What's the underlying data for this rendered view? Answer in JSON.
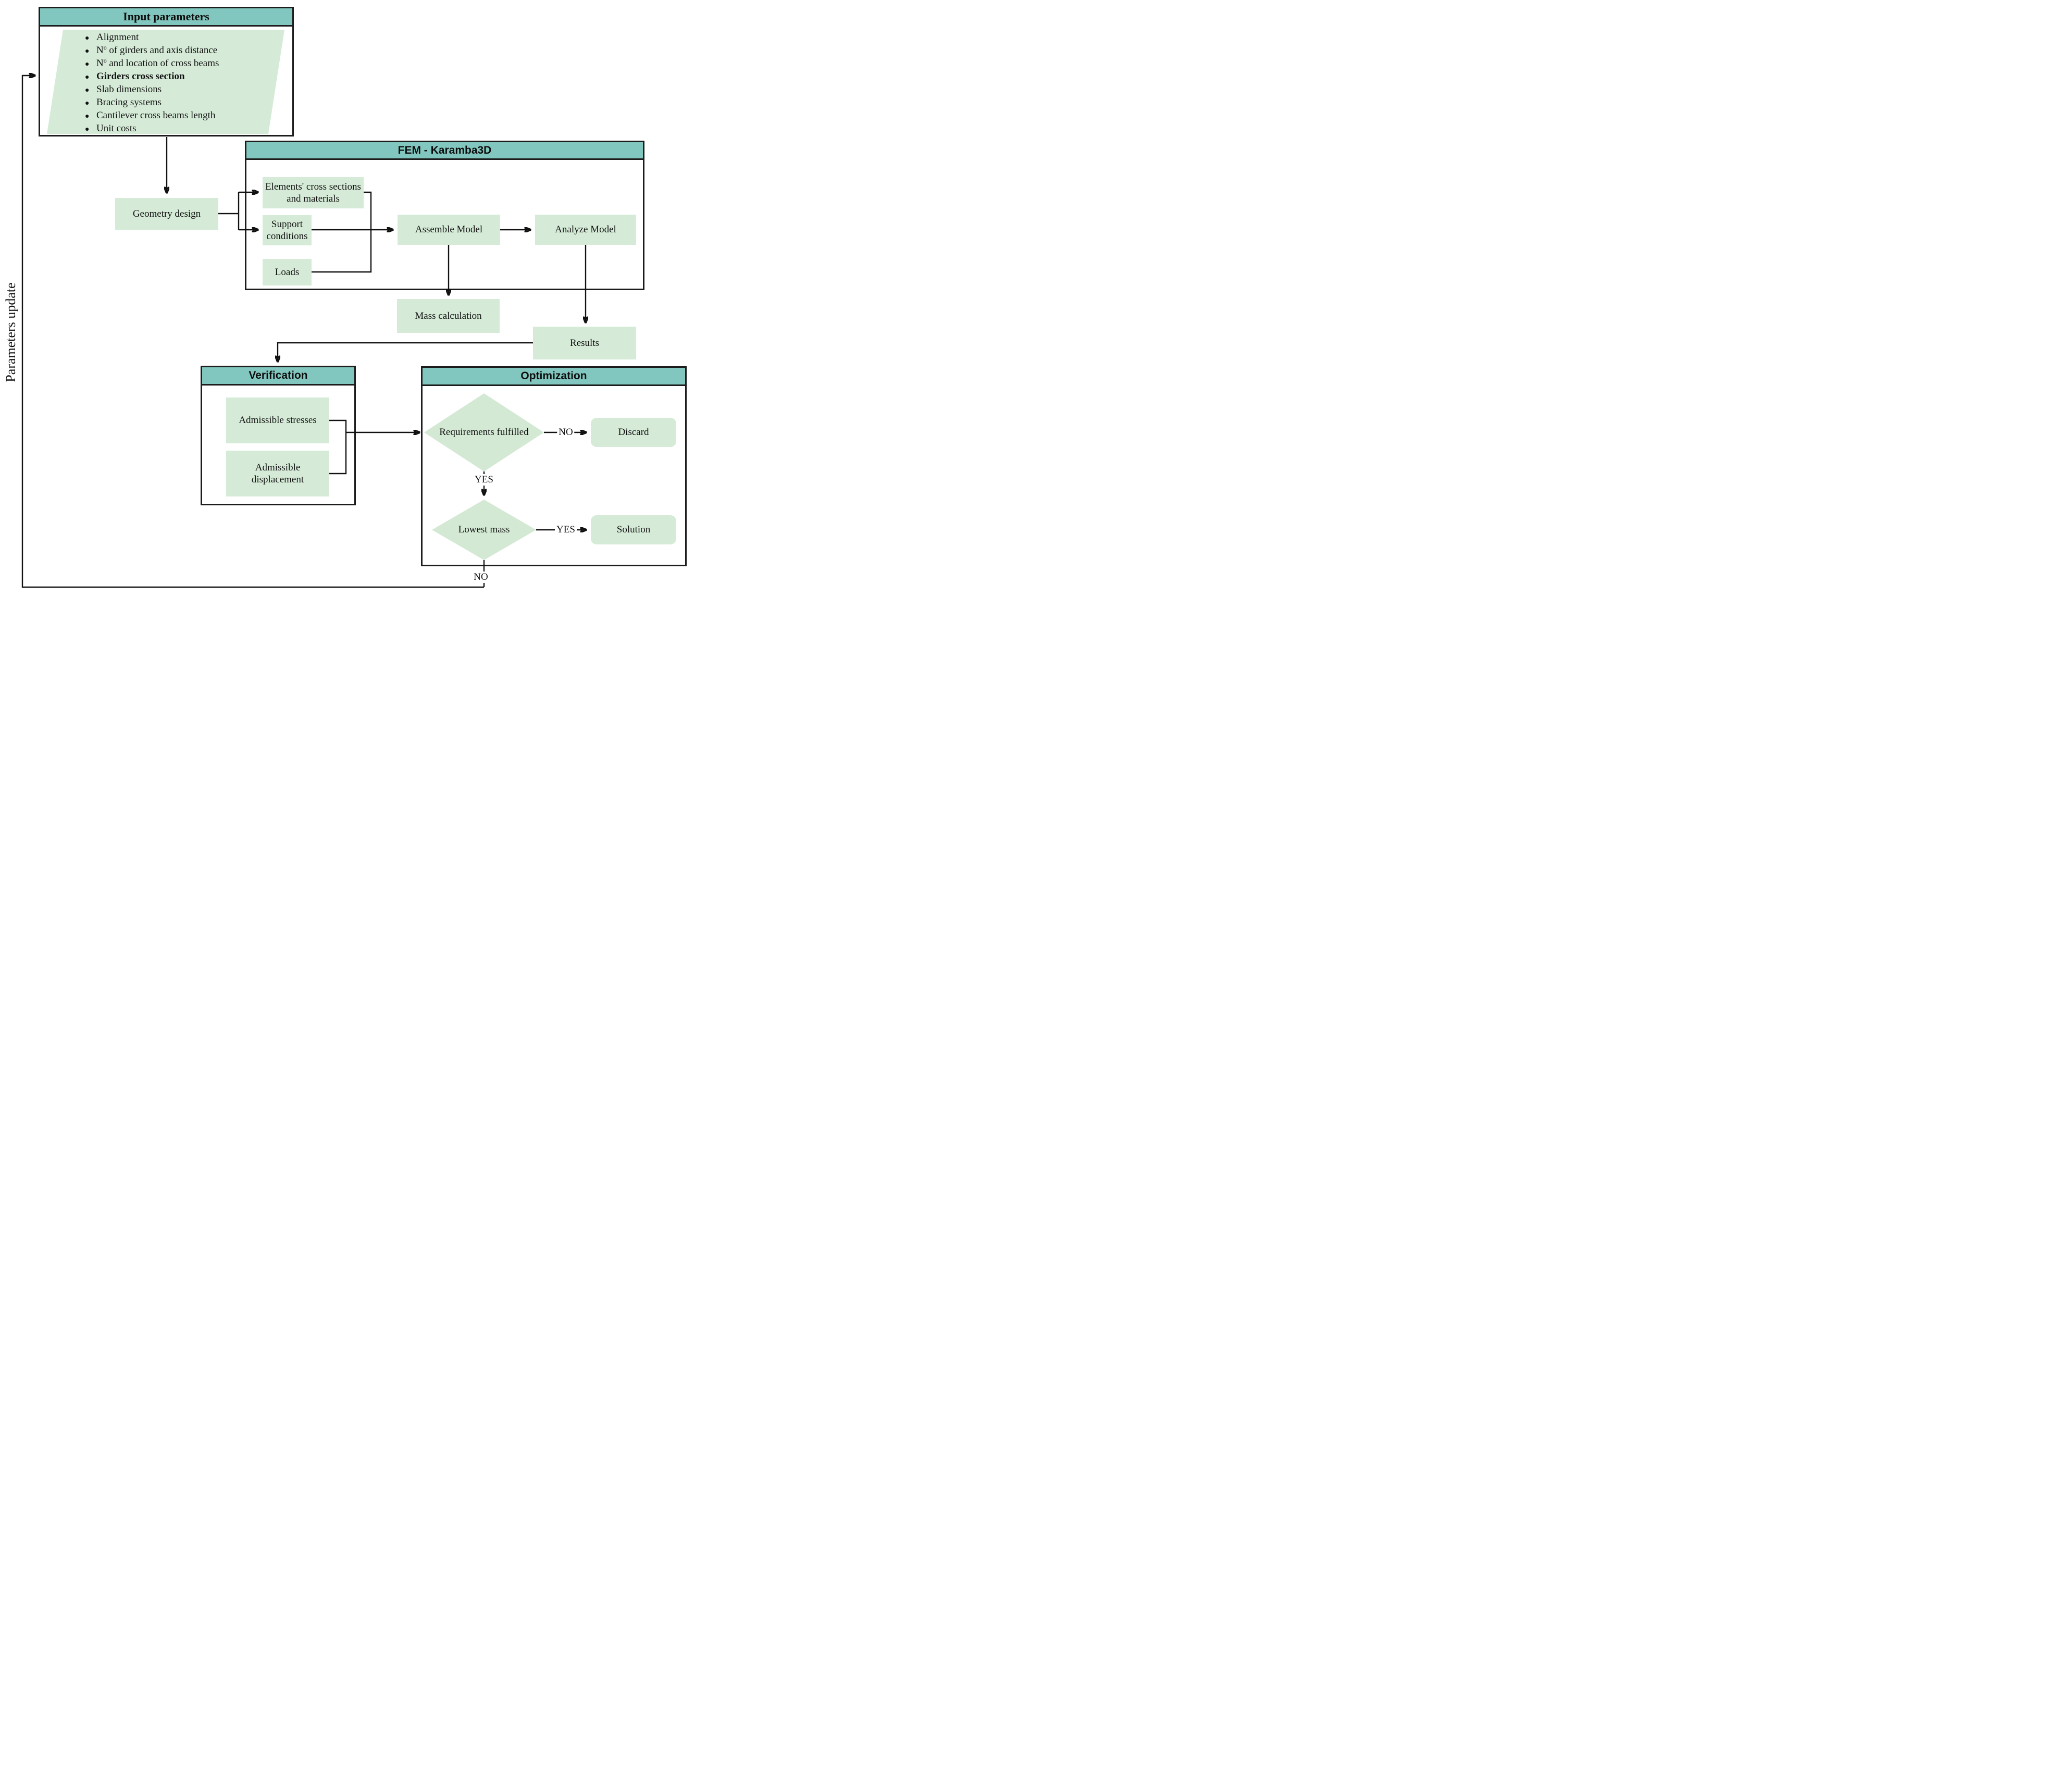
{
  "colors": {
    "header_teal": "#82c7bf",
    "box_green": "#d5ebd7",
    "diamond_green": "#d3e9d4",
    "line": "#111111"
  },
  "feedback": {
    "label": "Parameters update"
  },
  "input_parameters": {
    "title": "Input parameters",
    "items": [
      "Alignment",
      "Nº of girders and axis distance",
      "Nº and location of cross beams",
      "Girders cross section",
      "Slab dimensions",
      "Bracing systems",
      "Cantilever cross beams length",
      "Unit costs"
    ]
  },
  "geometry_design": {
    "label": "Geometry design"
  },
  "fem": {
    "title": "FEM - Karamba3D",
    "elements_cross_sections": "Elements' cross sections and materials",
    "support_conditions": "Support conditions",
    "loads": "Loads",
    "assemble_model": "Assemble Model",
    "analyze_model": "Analyze Model"
  },
  "mass_calculation": {
    "label": "Mass calculation"
  },
  "results": {
    "label": "Results"
  },
  "verification": {
    "title": "Verification",
    "admissible_stresses": "Admissible stresses",
    "admissible_displacement": "Admissible displacement"
  },
  "optimization": {
    "title": "Optimization",
    "requirements_fulfilled": "Requirements fulfilled",
    "lowest_mass": "Lowest mass",
    "discard": "Discard",
    "solution": "Solution",
    "no_requirements": "NO",
    "yes_requirements": "YES",
    "yes_lowest": "YES",
    "no_lowest": "NO"
  }
}
